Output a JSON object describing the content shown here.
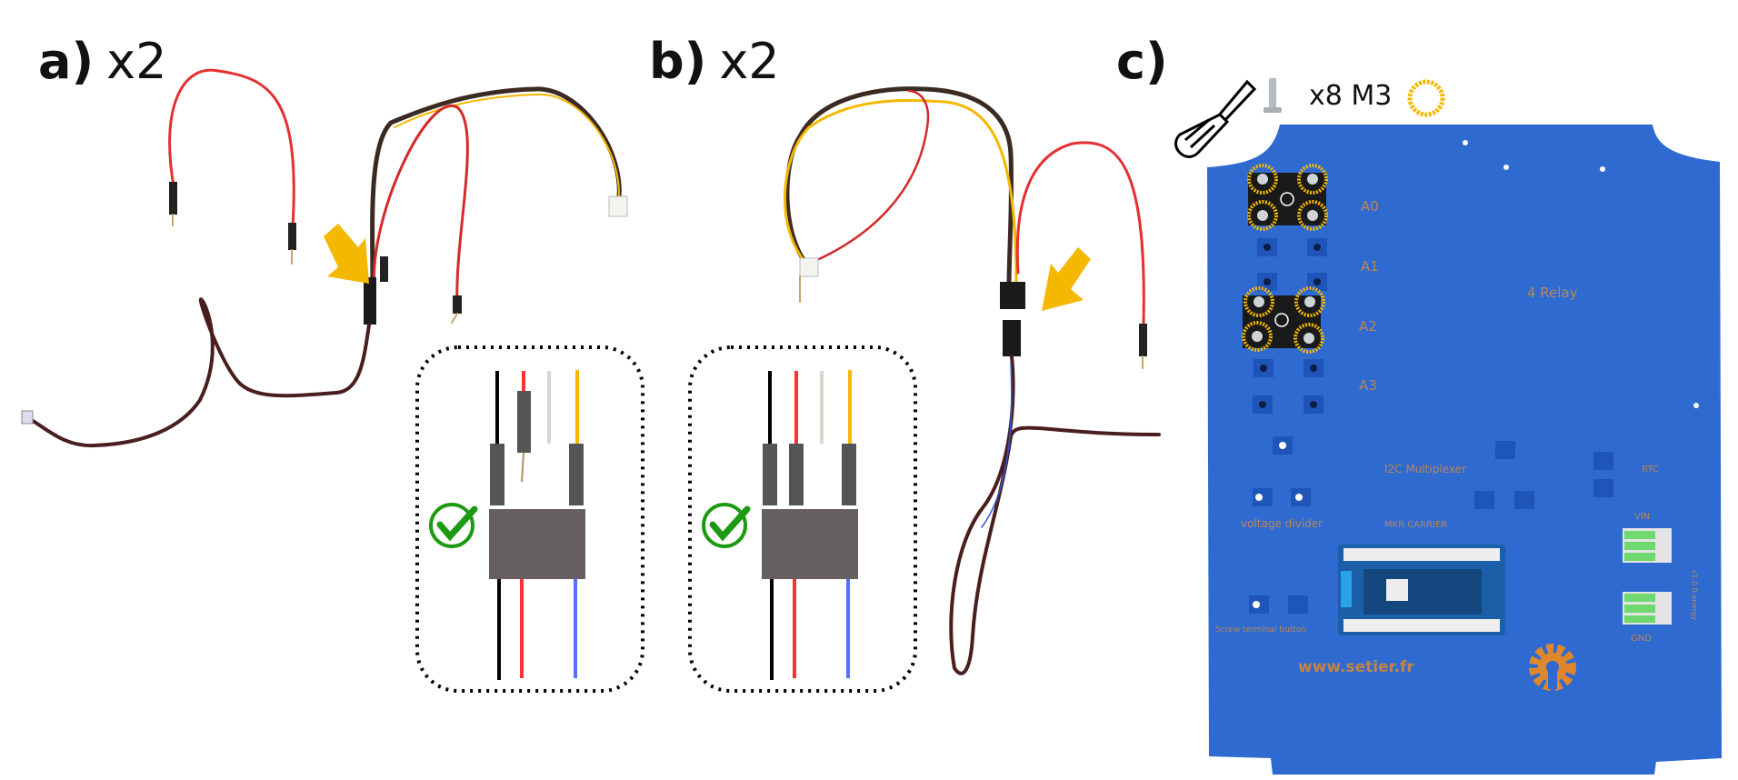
{
  "panels": [
    {
      "letter": "a)",
      "count": "x2"
    },
    {
      "letter": "b)",
      "count": "x2"
    },
    {
      "letter": "c)",
      "count": ""
    }
  ],
  "hardware": {
    "label": "x8 M3",
    "icons": [
      "screwdriver-icon",
      "screw-icon",
      "washer-ring-icon"
    ],
    "ring_color": "#f5b800"
  },
  "board": {
    "color": "#2f6ad0",
    "text_color": "#c98a4a",
    "labels": {
      "a0": "A0",
      "a1": "A1",
      "a2": "A2",
      "a3": "A3",
      "relay": "4 Relay",
      "i2c": "I2C Multiplexer",
      "rtc": "RTC",
      "voltage_divider": "voltage divider",
      "mkr": "MKR CARRIER",
      "vin": "VIN",
      "gnd": "GND",
      "screw_terminal": "Screw terminal button",
      "website": "www.setier.fr",
      "version": "v1.0.0-energy"
    }
  },
  "wire_colors": {
    "black": "#000000",
    "red": "#ff3333",
    "grey": "#d8d6cc",
    "yellow": "#f5b800",
    "blue": "#5570ff"
  },
  "check_color": "#1e9a12",
  "arrow_color": "#f5b800"
}
